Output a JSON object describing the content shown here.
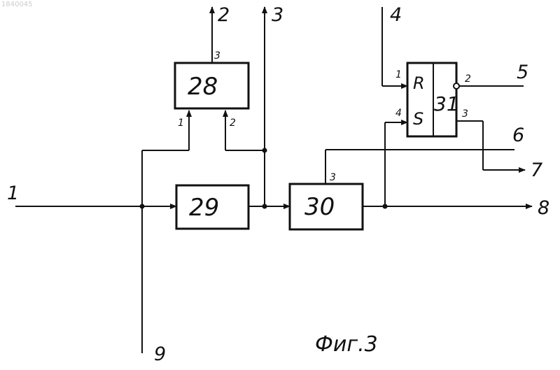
{
  "watermark": "1840045",
  "caption": "Фиг.3",
  "blocks": {
    "b28": {
      "label": "28",
      "pins": {
        "in1": "1",
        "in2": "2",
        "out": "3"
      }
    },
    "b29": {
      "label": "29"
    },
    "b30": {
      "label": "30",
      "pins": {
        "top": "3"
      }
    },
    "b31": {
      "label": "31",
      "r": "R",
      "s": "S",
      "pins": {
        "r": "1",
        "s": "4",
        "q": "2",
        "qn": "3"
      }
    }
  },
  "terminals": {
    "t1": "1",
    "t2": "2",
    "t3": "3",
    "t4": "4",
    "t5": "5",
    "t6": "6",
    "t7": "7",
    "t8": "8",
    "t9": "9"
  }
}
